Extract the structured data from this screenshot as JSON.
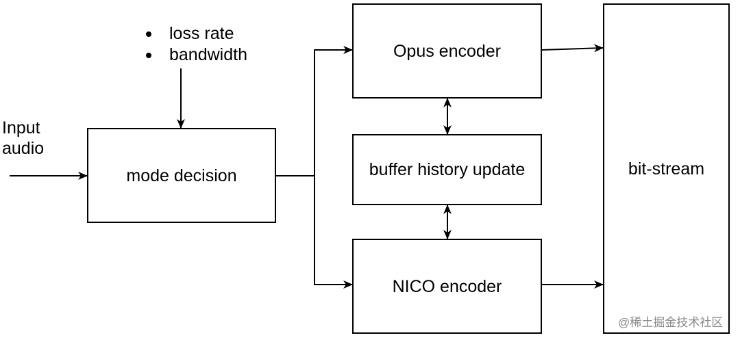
{
  "diagram": {
    "input_label": [
      "Input",
      "audio"
    ],
    "parameters": [
      "loss rate",
      "bandwidth"
    ],
    "nodes": {
      "mode_decision": "mode decision",
      "opus_encoder": "Opus encoder",
      "buffer_history": "buffer history update",
      "nico_encoder": "NICO encoder",
      "bit_stream": "bit-stream"
    },
    "watermark": "@稀土掘金技术社区",
    "colors": {
      "stroke": "#000000",
      "background": "#ffffff",
      "watermark": "#8a8a8a"
    }
  }
}
